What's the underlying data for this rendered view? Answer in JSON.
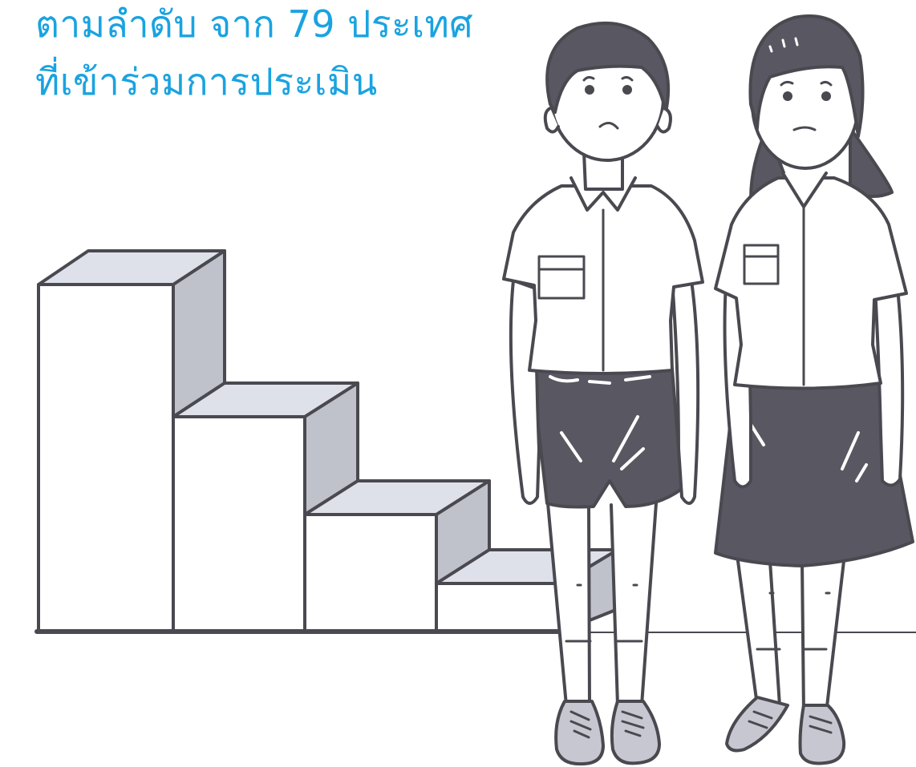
{
  "headline": {
    "line1": "ตามลำดับ จาก 79 ประเทศ",
    "line2": "ที่เข้าร่วมการประเมิน"
  },
  "colors": {
    "headline": "#1aa3e0",
    "outline": "#4a4950",
    "box_top": "#dfe1ea",
    "box_side": "#bfc1cb",
    "uniform_dark": "#595862",
    "shoe": "#c6c7d0"
  },
  "illustration": {
    "steps": 4,
    "figures": [
      "boy-student",
      "girl-student"
    ]
  }
}
